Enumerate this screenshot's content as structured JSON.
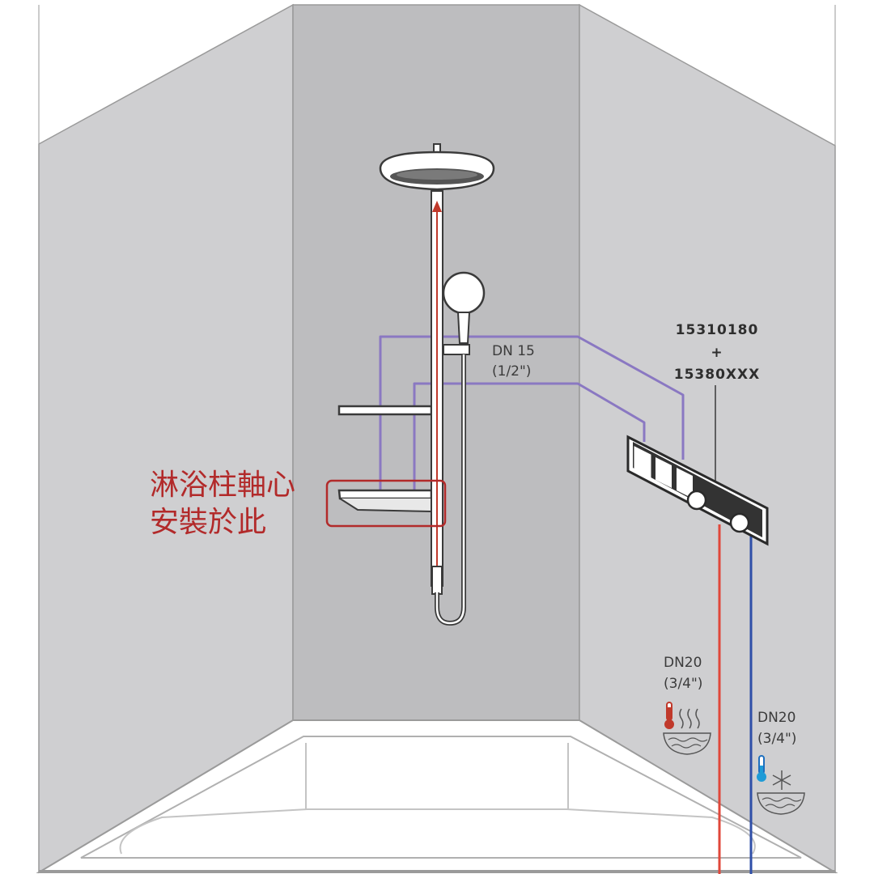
{
  "annotation": {
    "line1": "淋浴柱軸心",
    "line2": "安裝於此",
    "color": "#b22a2a"
  },
  "model_numbers": {
    "top": "15310180",
    "plus": "+",
    "bottom": "15380XXX"
  },
  "pipes": {
    "shower_supply": {
      "size": "DN 15",
      "inch": "(1/2\")",
      "color": "#8a78c2"
    },
    "hot_supply": {
      "size": "DN20",
      "inch": "(3/4\")",
      "color": "#e0473a"
    },
    "cold_supply": {
      "size": "DN20",
      "inch": "(3/4\")",
      "color": "#2f4fa8"
    }
  },
  "icons": {
    "hot": "thermometer-hot-water-icon",
    "cold": "thermometer-cold-water-icon"
  }
}
